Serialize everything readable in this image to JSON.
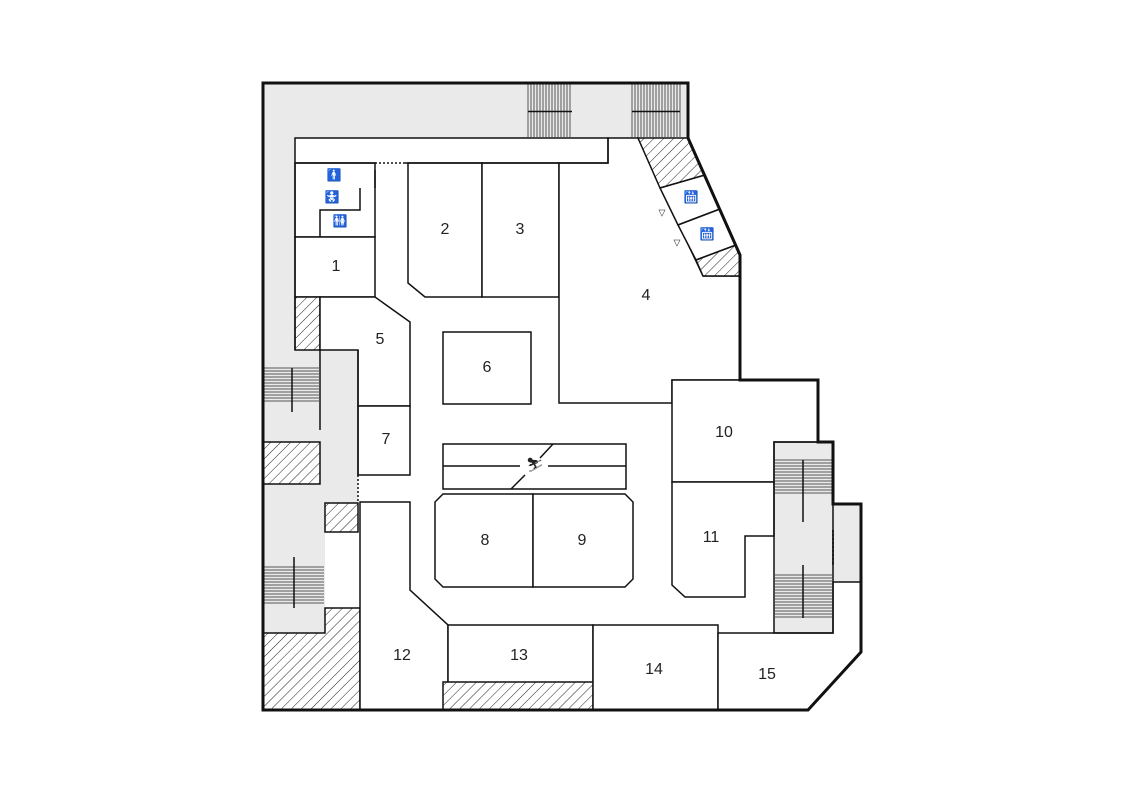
{
  "map": {
    "colors": {
      "corridor": "#ebeaea",
      "wall": "#111111",
      "room": "#ffffff"
    },
    "rooms": [
      {
        "id": "1",
        "label": "1"
      },
      {
        "id": "2",
        "label": "2"
      },
      {
        "id": "3",
        "label": "3"
      },
      {
        "id": "4",
        "label": "4"
      },
      {
        "id": "5",
        "label": "5"
      },
      {
        "id": "6",
        "label": "6"
      },
      {
        "id": "7",
        "label": "7"
      },
      {
        "id": "8",
        "label": "8"
      },
      {
        "id": "9",
        "label": "9"
      },
      {
        "id": "10",
        "label": "10"
      },
      {
        "id": "11",
        "label": "11"
      },
      {
        "id": "12",
        "label": "12"
      },
      {
        "id": "13",
        "label": "13"
      },
      {
        "id": "14",
        "label": "14"
      },
      {
        "id": "15",
        "label": "15"
      }
    ],
    "icons": [
      "restroom-icon",
      "baby-changing-icon",
      "elevator-icon",
      "escalator-icon",
      "stairs-icon",
      "entrance-arrow-icon"
    ]
  }
}
